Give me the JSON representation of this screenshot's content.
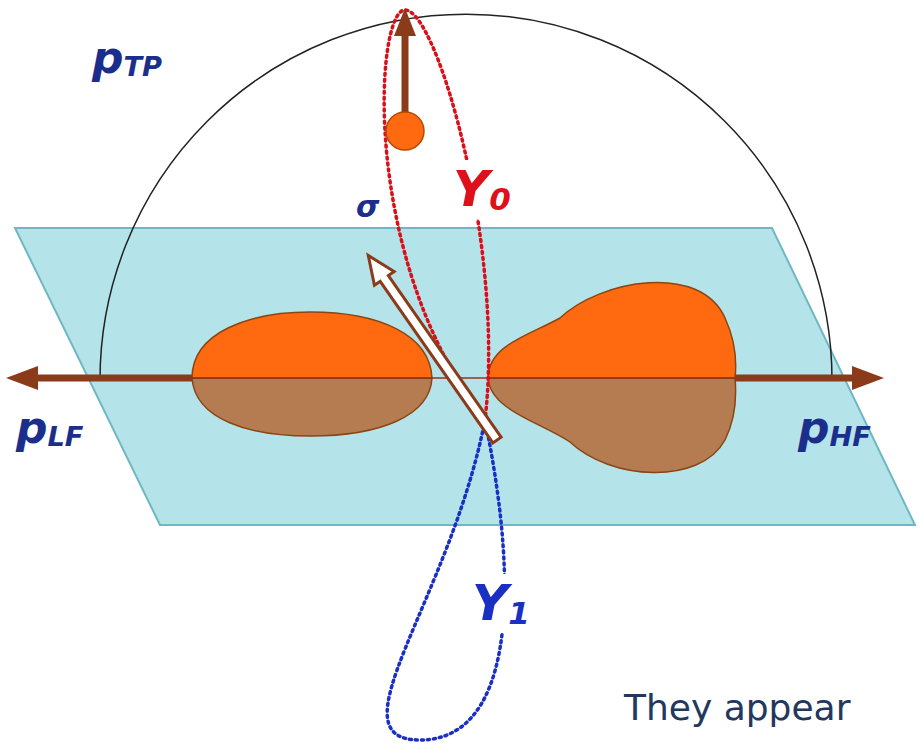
{
  "diagram": {
    "labels": [
      "p",
      "TP",
      "Y",
      "0",
      "σ",
      "p",
      "LF",
      "p",
      "HF",
      "Y",
      "1",
      "They appear"
    ]
  }
}
